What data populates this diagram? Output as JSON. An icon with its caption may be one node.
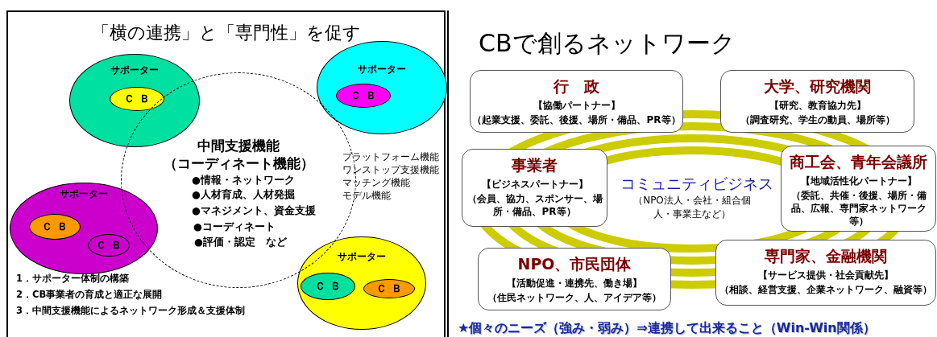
{
  "diagram": {
    "nodes": [
      {
        "text": [
          "「横の連携」と「専門性」を促す"
        ]
      },
      {
        "text": [
          "サポーター"
        ],
        "in": 0
      },
      {
        "text": [
          "ＣＢ"
        ],
        "in": 1
      },
      {
        "text": [
          "サポーター"
        ],
        "in": 0
      },
      {
        "text": [
          "ＣＢ"
        ],
        "in": 3
      },
      {
        "text": [
          "中間支援機能",
          "（コーディネート機能）",
          "●情報・ネットワーク",
          "●人材育成、人材発掘",
          "●マネジメント、資金支援",
          "●コーディネート",
          "●評価・認定　など"
        ],
        "in": 0
      },
      {
        "text": [
          "サポーター"
        ],
        "in": 0
      },
      {
        "text": [
          "ＣＢ"
        ],
        "in": 6
      },
      {
        "text": [
          "ＣＢ"
        ],
        "in": 6
      },
      {
        "text": [
          "サポーター"
        ],
        "in": 0
      },
      {
        "text": [
          "ＣＢ"
        ],
        "in": 9
      },
      {
        "text": [
          "ＣＢ"
        ],
        "in": 9
      },
      {
        "text": [
          "CBで創るネットワーク"
        ]
      },
      {
        "text": [
          "行　政",
          "【協働パートナー】",
          "（起業支援、委託、後援、場所・備品、PR等）"
        ],
        "in": 12
      },
      {
        "text": [
          "大学、研究機関",
          "【研究、教育協力先】",
          "（調査研究、学生の動員、場所等）"
        ],
        "in": 12
      },
      {
        "text": [
          "事業者",
          "【ビジネスパートナー】",
          "（会員、協力、スポンサー、場所・備品、PR等）"
        ],
        "in": 12
      },
      {
        "text": [
          "コミュニティビジネス",
          "（NPO法人・会社・組合個人・事業主など）"
        ],
        "in": 12
      },
      {
        "text": [
          "商工会、青年会議所",
          "【地域活性化パートナー】",
          "（委託、共催・後援、場所・備品、広報、専門家ネットワーク等）"
        ],
        "in": 12
      },
      {
        "text": [
          "NPO、市民団体",
          "【活動促進・連携先、働き場】",
          "（住民ネットワーク、人、アイデア等）"
        ],
        "in": 12
      },
      {
        "text": [
          "専門家、金融機関",
          "【サービス提供・社会貢献先】",
          "（相談、経営支援、企業ネットワーク、融資等）"
        ],
        "in": 12
      }
    ],
    "labels": [
      "プラットフォーム機能",
      "ワンストップ支援機能",
      "マッチング機能",
      "モデル機能",
      "1．サポーター体制の構築",
      "2．CB事業者の育成と適正な展開",
      "3．中間支援機能によるネットワーク形成＆支援体制",
      "★個々のニーズ（強み・弱み）⇒連携して出来ること（Win-Win関係）"
    ]
  }
}
